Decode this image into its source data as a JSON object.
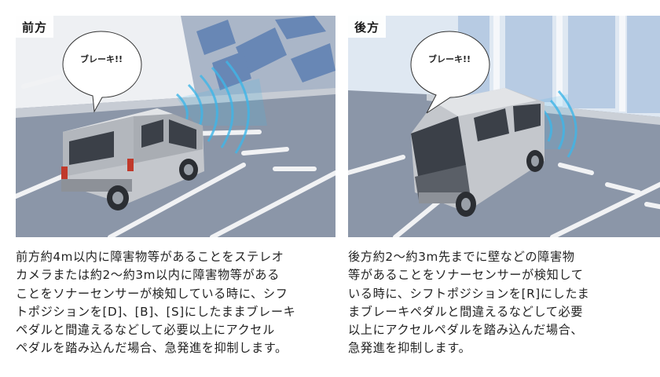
{
  "panels": [
    {
      "label": "前方",
      "bubble": "ブレーキ!!",
      "caption": "前方約4m以内に障害物等があることをステレオ\nカメラまたは約2〜約3m以内に障害物等がある\nことをソナーセンサーが検知している時に、シフ\nトポジションを[D]、[B]、[S]にしたままブレーキ\nペダルと間違えるなどして必要以上にアクセル\nペダルを踏み込んだ場合、急発進を抑制します。"
    },
    {
      "label": "後方",
      "bubble": "ブレーキ!!",
      "caption": "後方約2〜約3m先までに壁などの障害物\n等があることをソナーセンサーが検知して\nいる時に、シフトポジションを[R]にしたま\nまブレーキペダルと間違えるなどして必要\n以上にアクセルペダルを踏み込んだ場合、\n急発進を抑制します。"
    }
  ],
  "colors": {
    "ground": "#8a94a7",
    "wall": "#d8dbe0",
    "sensor_wave": "#3fb6e8",
    "vehicle": "#b9bcc0"
  }
}
